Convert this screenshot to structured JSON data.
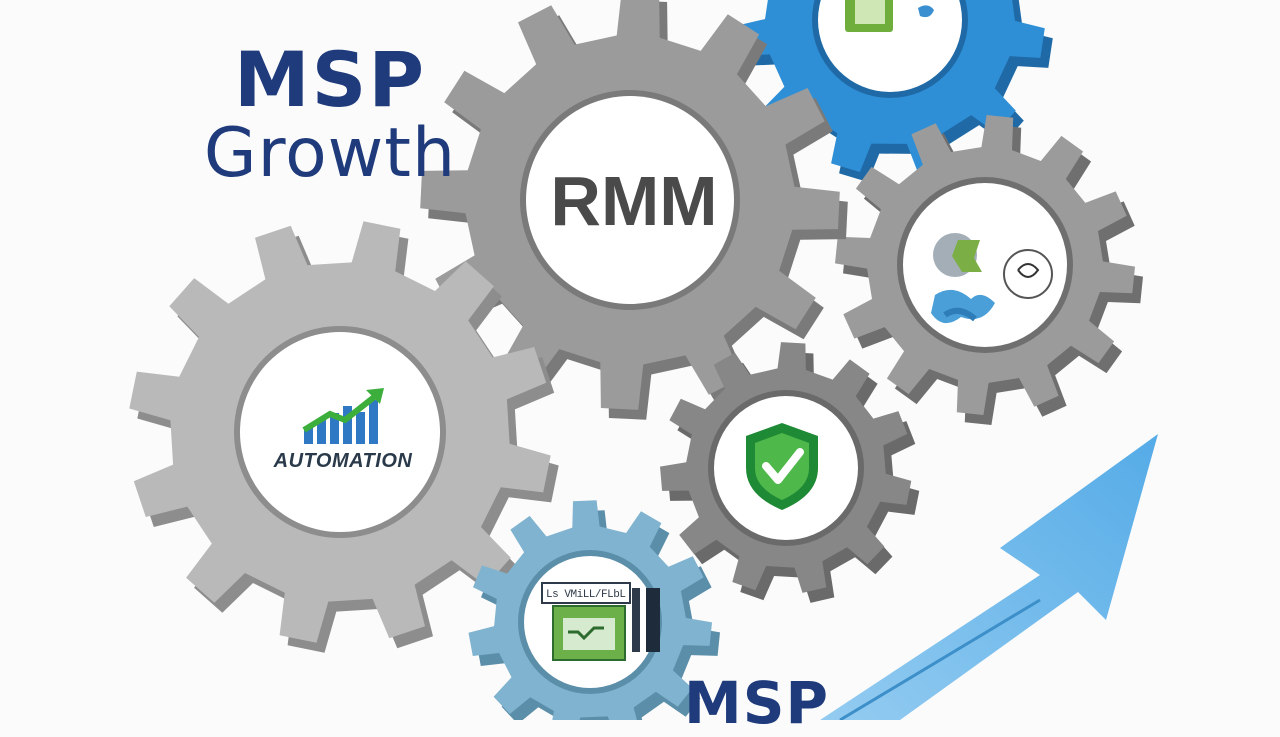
{
  "title": {
    "line1": "MSP",
    "line2": "Growth"
  },
  "gears": {
    "rmm_label": "RMM",
    "automation_label": "AUTOMATION"
  },
  "bottom_text": "MSP",
  "colors": {
    "title_text": "#1f3b7c",
    "gear_gray": "#9b9b9b",
    "gear_gray_dark": "#878787",
    "gear_blue": "#2f8fd6",
    "gear_light_blue": "#7fb3cf",
    "arrow_blue": "#62b4ea",
    "icon_green": "#2f9a3f",
    "rmm_text": "#4a4a4a",
    "automation_text": "#2a3a4a"
  },
  "icons": [
    "growth-chart-icon",
    "security-shield-check-icon",
    "cloud-network-icon",
    "document-monitor-icon",
    "green-device-icon"
  ]
}
